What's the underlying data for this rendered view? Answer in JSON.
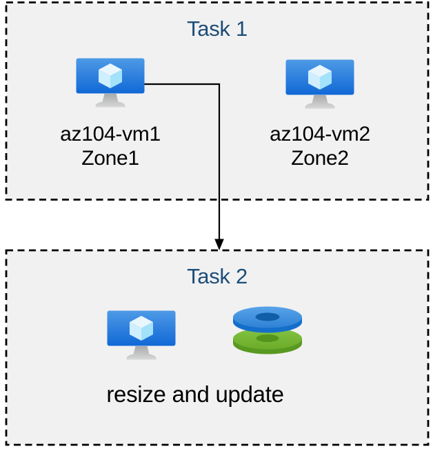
{
  "page": {
    "background": "#ffffff"
  },
  "colors": {
    "box_fill": "#f1f1f2",
    "box_border": "#000000",
    "title_text": "#1d4d77",
    "label_text": "#000000",
    "arrow": "#000000",
    "vm_screen_top": "#4e9ae6",
    "vm_screen_bottom": "#1168d6",
    "cube_top": "#e9f6fe",
    "cube_left": "#cfeffe",
    "cube_right": "#a2e2fb",
    "stand_top": "#a8aaab",
    "stand_bottom": "#d8d8d8",
    "disk_blue_top": "#58a4e9",
    "disk_blue_bottom": "#2f81d6",
    "disk_blue_side": "#146fca",
    "disk_blue_hole": "#0e5fa8",
    "disk_green_top": "#83c444",
    "disk_green_bottom": "#6cab28",
    "disk_green_side": "#589921",
    "disk_green_hole": "#55941c"
  },
  "task1": {
    "title": "Task 1",
    "vms": [
      {
        "name": "az104-vm1",
        "zone": "Zone1"
      },
      {
        "name": "az104-vm2",
        "zone": "Zone2"
      }
    ]
  },
  "task2": {
    "title": "Task 2",
    "caption": "resize and update"
  },
  "connector": {
    "from": "az104-vm1",
    "to": "Task 2",
    "style": "elbow-arrow-down"
  },
  "icons": {
    "vm": "azure-virtual-machine-icon",
    "disks": "azure-managed-disks-icon"
  }
}
